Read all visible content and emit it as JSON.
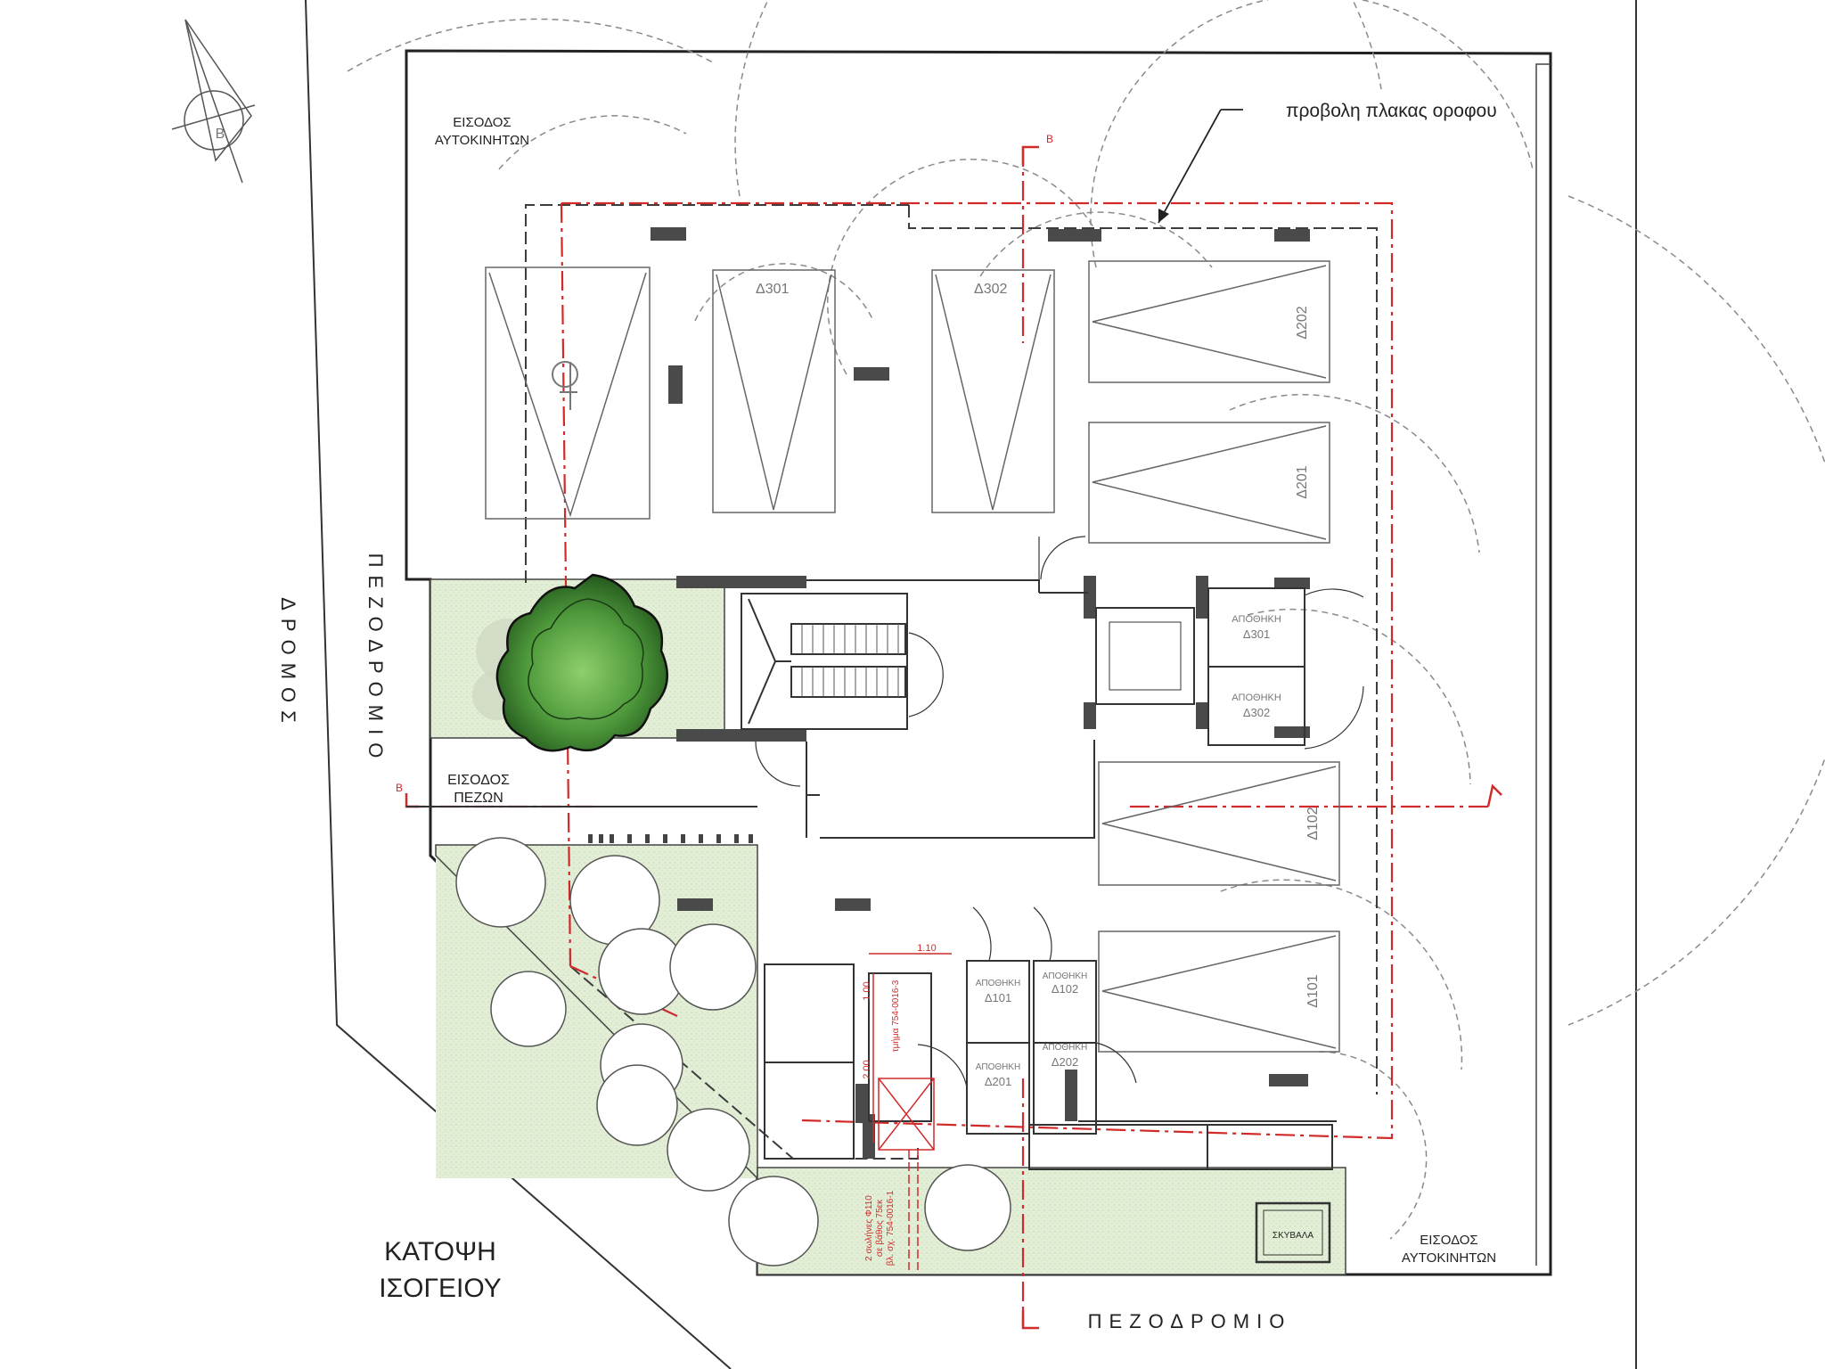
{
  "drawing": {
    "title_line1": "ΚΑΤΟΨΗ",
    "title_line2": "ΙΣΟΓΕΙΟΥ",
    "north_letter": "Β",
    "street_label": "ΔΡΟΜΟΣ",
    "sidewalk_west": "ΠΕΖΟΔΡΟΜΙΟ",
    "sidewalk_south": "ΠΕΖΟΔΡΟΜΙΟ",
    "car_entrance_top_1": "ΕΙΣΟΔΟΣ",
    "car_entrance_top_2": "ΑΥΤΟΚΙΝΗΤΩΝ",
    "car_entrance_bottom_1": "ΕΙΣΟΔΟΣ",
    "car_entrance_bottom_2": "ΑΥΤΟΚΙΝΗΤΩΝ",
    "pedestrian_entrance_1": "ΕΙΣΟΔΟΣ",
    "pedestrian_entrance_2": "ΠΕΖΩΝ",
    "roof_projection_note": "προβολη πλακας οροφου",
    "garbage_label": "ΣΚΥΒΑΛΑ",
    "section_marker": "Β"
  },
  "parking_spaces": {
    "d301": "Δ301",
    "d302": "Δ302",
    "d202": "Δ202",
    "d201": "Δ201",
    "d102": "Δ102",
    "d101": "Δ101"
  },
  "storage_rooms": {
    "heading": "ΑΠΟΘΗΚΗ",
    "s301": "Δ301",
    "s302": "Δ302",
    "s101": "Δ101",
    "s102": "Δ102",
    "s201": "Δ201",
    "s202": "Δ202"
  },
  "annotations": {
    "dim_110": "1.10",
    "dim_100": "1.00",
    "dim_200": "2.00",
    "pipe_note_1": "2 σωλήνες Φ110",
    "pipe_note_2": "σε βάθος 75εκ",
    "pipe_note_3": "βλ. σχ. 754-0016-1",
    "pipe_note_4": "τμήμα 754-0016-3"
  },
  "colors": {
    "line": "#2b2b2b",
    "dashed": "#555555",
    "red": "#d12a2a",
    "garden": "#e3eed6",
    "tree_dark": "#2f6b26",
    "tree_light": "#7dbb5e"
  }
}
